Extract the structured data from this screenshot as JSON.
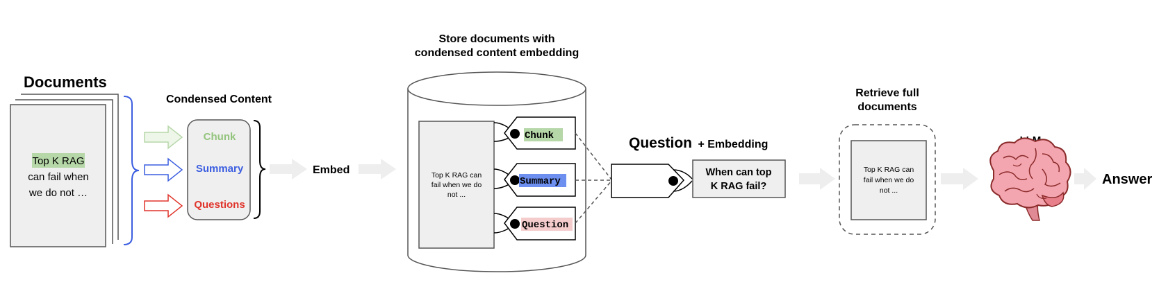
{
  "documents": {
    "title": "Documents",
    "text_lines": [
      "Top K RAG",
      "can fail when",
      "we do not …"
    ]
  },
  "condensed": {
    "title": "Condensed Content",
    "items": [
      {
        "label": "Chunk",
        "color": "#93c47d",
        "fill": "#dcebd3"
      },
      {
        "label": "Summary",
        "color": "#3c5ee0",
        "fill": "#ffffff"
      },
      {
        "label": "Questions",
        "color": "#e0342b",
        "fill": "#ffffff"
      }
    ]
  },
  "embed_label": "Embed",
  "store": {
    "title_lines": [
      "Store documents with",
      "condensed content embedding"
    ],
    "doc_text_lines": [
      "Top K RAG can",
      "fail when we do",
      "not ..."
    ],
    "tags": [
      {
        "label": "Chunk",
        "highlight": "#b6d7a8"
      },
      {
        "label": "Summary",
        "highlight": "#6d8ff0"
      },
      {
        "label": "Question",
        "highlight": "#f4cccc"
      }
    ]
  },
  "question": {
    "title": "Question",
    "title_suffix": "+ Embedding",
    "text_lines": [
      "When can top",
      "K RAG fail?"
    ]
  },
  "retrieve": {
    "title_lines": [
      "Retrieve full",
      "documents"
    ],
    "doc_text_lines": [
      "Top K RAG can",
      "fail when we do",
      "not ..."
    ]
  },
  "llm_label": "LLM",
  "answer_label": "Answer",
  "colors": {
    "doc_fill": "#efefef",
    "arrow_gray": "#eeeeee",
    "green_arrow": "#b6d7a8",
    "blue_arrow": "#3c5ee0",
    "red_arrow": "#e0342b",
    "brace_blue": "#3c5ee0",
    "brain_pink": "#f4a6b0",
    "brain_stroke": "#8b2b2b"
  }
}
